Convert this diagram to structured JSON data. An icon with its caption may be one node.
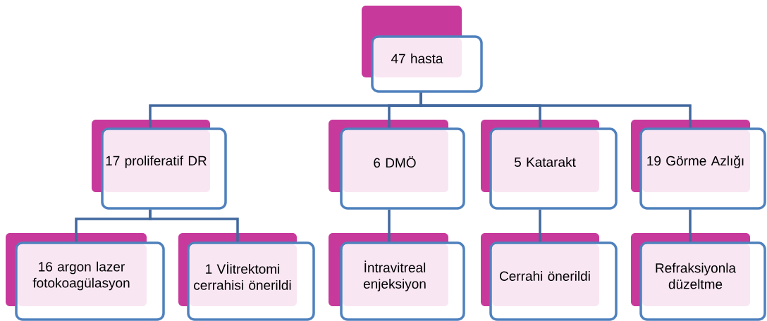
{
  "diagram": {
    "nodes": [
      {
        "text": [
          "47 hasta"
        ]
      },
      {
        "text": [
          "17 proliferatif DR"
        ]
      },
      {
        "text": [
          "6 DMÖ"
        ]
      },
      {
        "text": [
          "5 Katarakt"
        ]
      },
      {
        "text": [
          "19 Görme Azlığı"
        ]
      },
      {
        "text": [
          "16 argon lazer fotokoagülasyon"
        ]
      },
      {
        "text": [
          "1 Vİitrektomi cerrahisi önerildi"
        ]
      },
      {
        "text": [
          "İntravitreal enjeksiyon"
        ]
      },
      {
        "text": [
          "Cerrahi önerildi"
        ]
      },
      {
        "text": [
          "Refraksiyonla düzeltme"
        ]
      }
    ],
    "edges": [
      {
        "from": 0,
        "to": 1,
        "arrow": "none"
      },
      {
        "from": 0,
        "to": 2,
        "arrow": "none"
      },
      {
        "from": 0,
        "to": 3,
        "arrow": "none"
      },
      {
        "from": 0,
        "to": 4,
        "arrow": "none"
      },
      {
        "from": 1,
        "to": 5,
        "arrow": "none"
      },
      {
        "from": 1,
        "to": 6,
        "arrow": "none"
      },
      {
        "from": 2,
        "to": 7,
        "arrow": "none"
      },
      {
        "from": 3,
        "to": 8,
        "arrow": "none"
      },
      {
        "from": 4,
        "to": 9,
        "arrow": "none"
      }
    ]
  }
}
